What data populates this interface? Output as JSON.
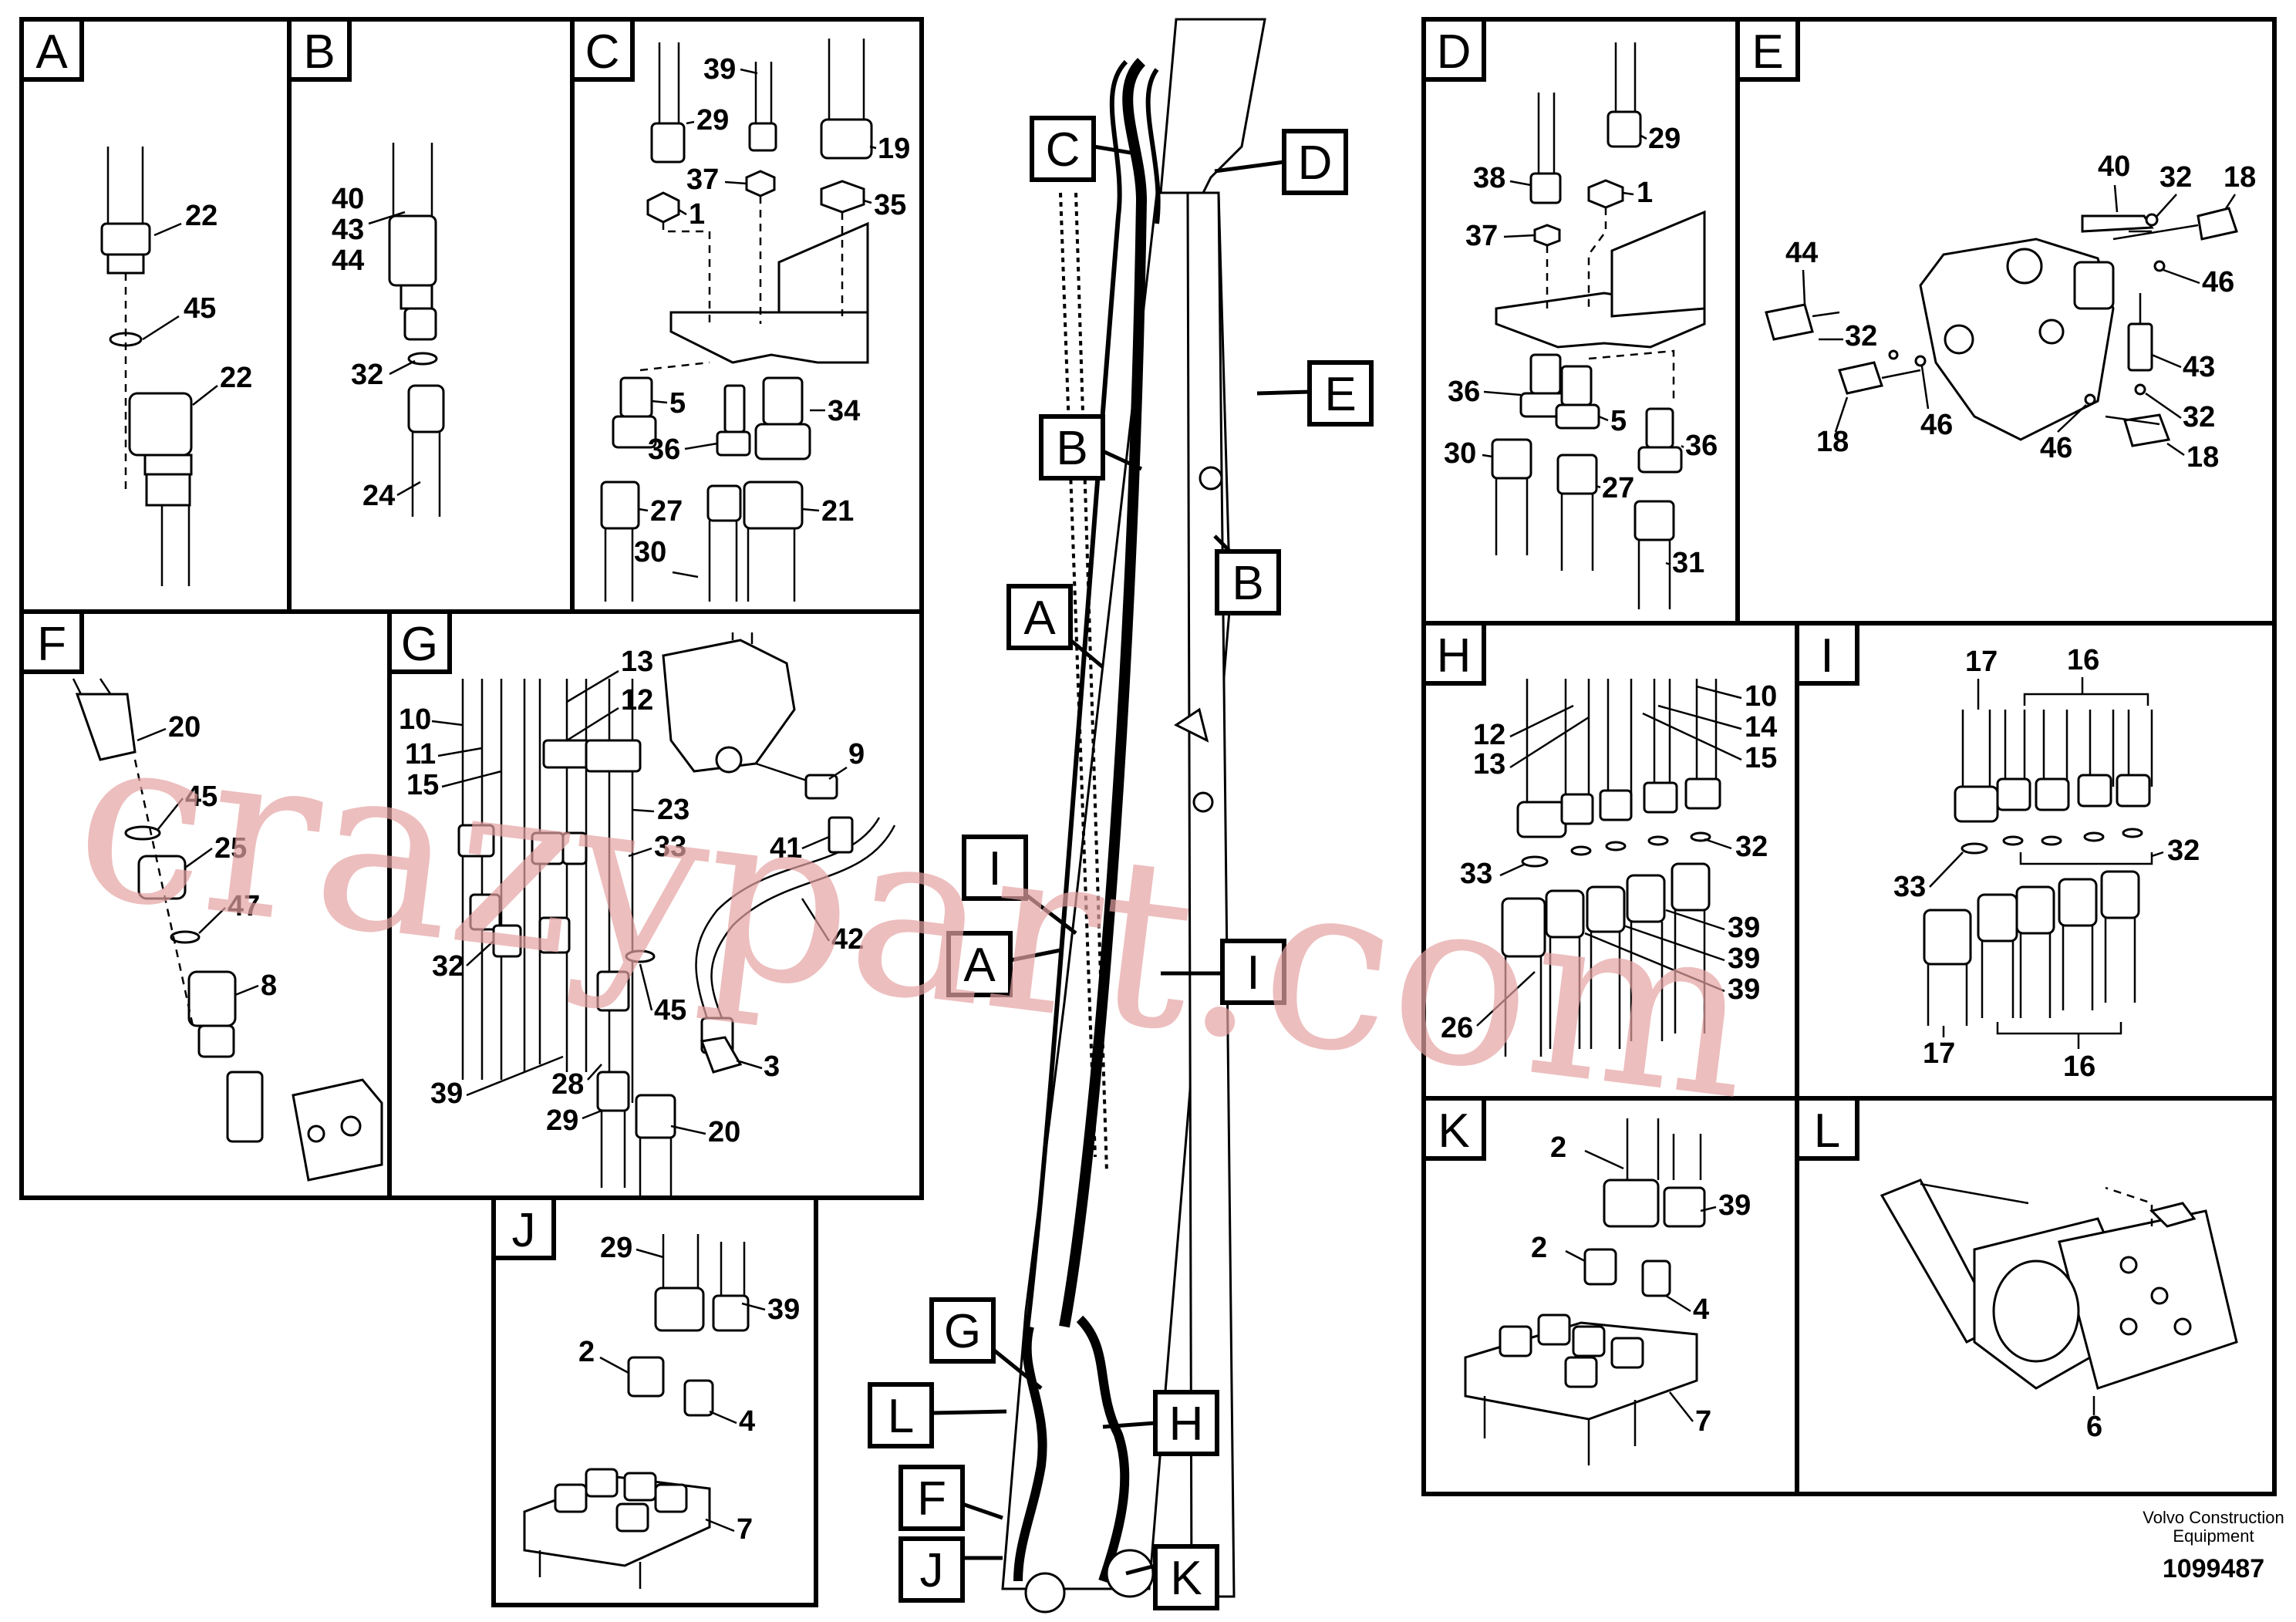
{
  "panels": {
    "A": {
      "letter": "A",
      "callouts": [
        "22",
        "45",
        "22"
      ]
    },
    "B": {
      "letter": "B",
      "callouts": [
        "40",
        "43",
        "44",
        "32",
        "24"
      ]
    },
    "C": {
      "letter": "C",
      "callouts": [
        "39",
        "29",
        "19",
        "37",
        "35",
        "1",
        "5",
        "34",
        "36",
        "27",
        "21",
        "30"
      ]
    },
    "D": {
      "letter": "D",
      "callouts": [
        "29",
        "38",
        "1",
        "37",
        "36",
        "5",
        "36",
        "30",
        "27",
        "31"
      ]
    },
    "E": {
      "letter": "E",
      "callouts": [
        "40",
        "32",
        "18",
        "44",
        "46",
        "32",
        "43",
        "18",
        "46",
        "46",
        "32",
        "18"
      ]
    },
    "F": {
      "letter": "F",
      "callouts": [
        "20",
        "45",
        "25",
        "47",
        "8"
      ]
    },
    "G": {
      "letter": "G",
      "callouts": [
        "13",
        "10",
        "12",
        "11",
        "15",
        "9",
        "23",
        "33",
        "41",
        "42",
        "32",
        "45",
        "3",
        "39",
        "28",
        "29",
        "20"
      ]
    },
    "H": {
      "letter": "H",
      "callouts": [
        "10",
        "14",
        "12",
        "15",
        "13",
        "32",
        "33",
        "39",
        "39",
        "39",
        "26"
      ]
    },
    "I": {
      "letter": "I",
      "callouts": [
        "17",
        "16",
        "32",
        "33",
        "17",
        "16"
      ]
    },
    "J": {
      "letter": "J",
      "callouts": [
        "29",
        "39",
        "2",
        "4",
        "7"
      ]
    },
    "K": {
      "letter": "K",
      "callouts": [
        "2",
        "39",
        "2",
        "4",
        "7"
      ]
    },
    "L": {
      "letter": "L",
      "callouts": [
        "6"
      ]
    }
  },
  "overview": {
    "tags": [
      "C",
      "D",
      "E",
      "B",
      "B",
      "A",
      "I",
      "A",
      "I",
      "G",
      "L",
      "H",
      "F",
      "J",
      "K"
    ]
  },
  "watermark": "crazypart.com",
  "footer": {
    "company_line1": "Volvo Construction",
    "company_line2": "Equipment",
    "drawing_number": "1099487"
  }
}
